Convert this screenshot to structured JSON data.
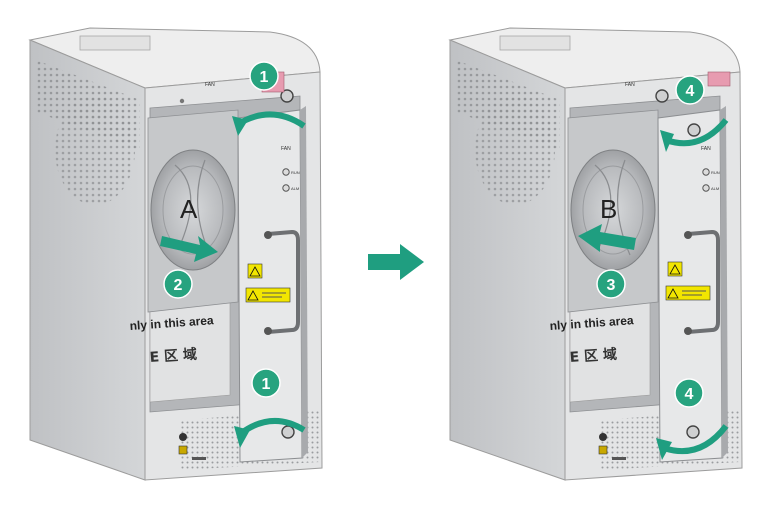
{
  "colors": {
    "accent": "#1f9e80",
    "badge": "#27a37f",
    "chassis_side": "#c9cbcd",
    "chassis_front": "#e3e4e5",
    "chassis_top": "#efefef",
    "fan_tray": "#bfc1c3",
    "warning": "#f2e600",
    "handle_tab": "#e79bb0"
  },
  "left_unit": {
    "fan_label": "A",
    "steps": [
      "1",
      "2",
      "1"
    ],
    "panel_label": "FAN",
    "led_labels": [
      "RUN",
      "ALM"
    ],
    "area_text": "nly in this area",
    "area_text_cjk": "E 区 域",
    "slot_label": "FAN"
  },
  "right_unit": {
    "fan_label": "B",
    "steps": [
      "4",
      "3",
      "4"
    ],
    "panel_label": "FAN",
    "led_labels": [
      "RUN",
      "ALM"
    ],
    "area_text": "nly in this area",
    "area_text_cjk": "E 区 域",
    "slot_label": "FAN"
  },
  "transition_arrow": {
    "direction": "right",
    "icon": "arrow-right-icon"
  }
}
